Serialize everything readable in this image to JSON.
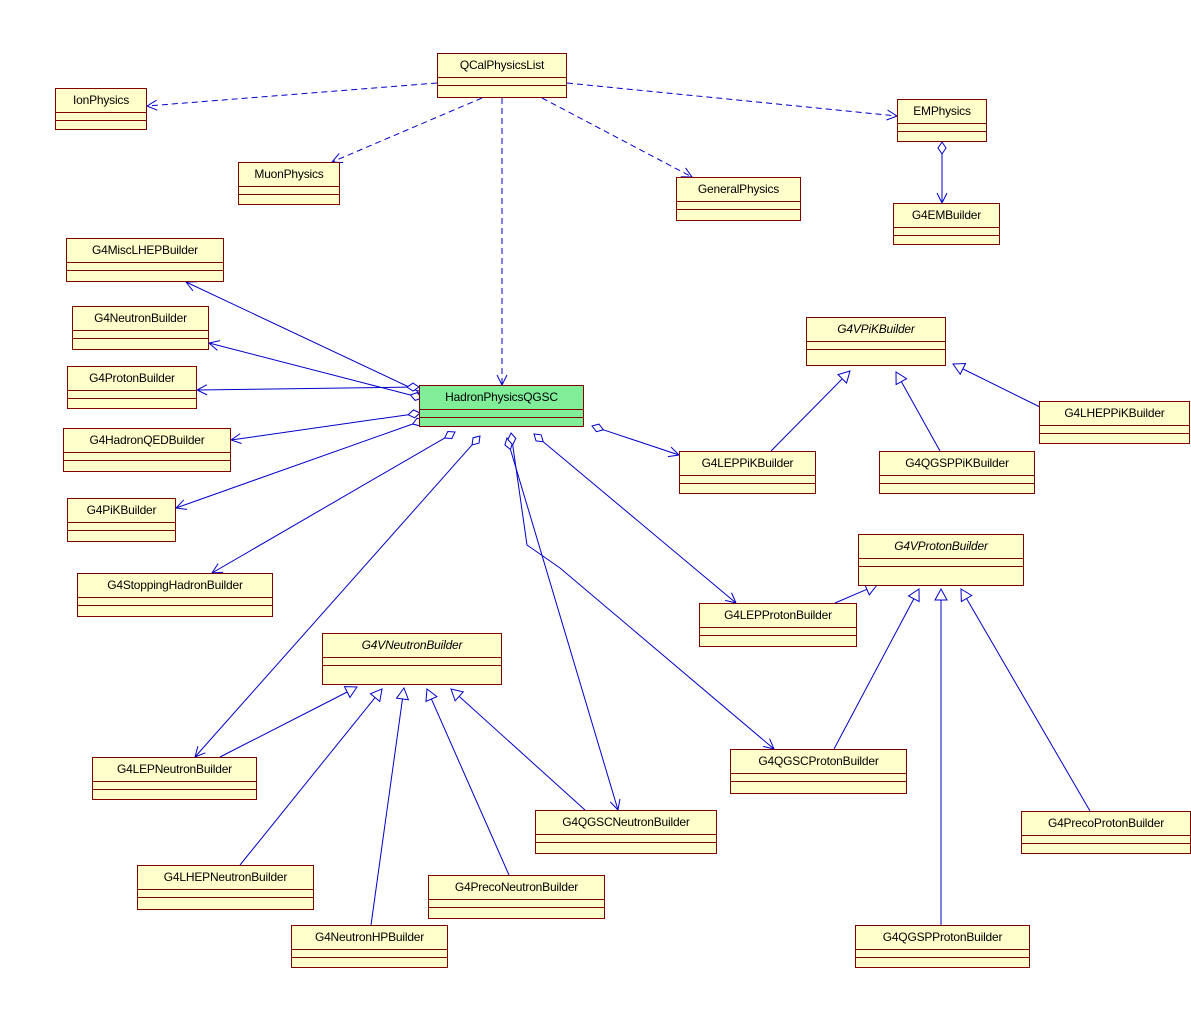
{
  "diagram": {
    "classes": [
      {
        "id": "qcal",
        "name": "QCalPhysicsList",
        "abstract": false,
        "highlight": false
      },
      {
        "id": "ion",
        "name": "IonPhysics",
        "abstract": false,
        "highlight": false
      },
      {
        "id": "em",
        "name": "EMPhysics",
        "abstract": false,
        "highlight": false
      },
      {
        "id": "muon",
        "name": "MuonPhysics",
        "abstract": false,
        "highlight": false
      },
      {
        "id": "general",
        "name": "GeneralPhysics",
        "abstract": false,
        "highlight": false
      },
      {
        "id": "g4em",
        "name": "G4EMBuilder",
        "abstract": false,
        "highlight": false
      },
      {
        "id": "misc",
        "name": "G4MiscLHEPBuilder",
        "abstract": false,
        "highlight": false
      },
      {
        "id": "neutron",
        "name": "G4NeutronBuilder",
        "abstract": false,
        "highlight": false
      },
      {
        "id": "proton",
        "name": "G4ProtonBuilder",
        "abstract": false,
        "highlight": false
      },
      {
        "id": "hqed",
        "name": "G4HadronQEDBuilder",
        "abstract": false,
        "highlight": false
      },
      {
        "id": "pik",
        "name": "G4PiKBuilder",
        "abstract": false,
        "highlight": false
      },
      {
        "id": "stop",
        "name": "G4StoppingHadronBuilder",
        "abstract": false,
        "highlight": false
      },
      {
        "id": "hadron",
        "name": "HadronPhysicsQGSC",
        "abstract": false,
        "highlight": true
      },
      {
        "id": "vpik",
        "name": "G4VPiKBuilder",
        "abstract": true,
        "highlight": false
      },
      {
        "id": "leppik",
        "name": "G4LEPPiKBuilder",
        "abstract": false,
        "highlight": false
      },
      {
        "id": "qgsppik",
        "name": "G4QGSPPiKBuilder",
        "abstract": false,
        "highlight": false
      },
      {
        "id": "lheppik",
        "name": "G4LHEPPiKBuilder",
        "abstract": false,
        "highlight": false
      },
      {
        "id": "vproton",
        "name": "G4VProtonBuilder",
        "abstract": true,
        "highlight": false
      },
      {
        "id": "lepproton",
        "name": "G4LEPProtonBuilder",
        "abstract": false,
        "highlight": false
      },
      {
        "id": "vneutron",
        "name": "G4VNeutronBuilder",
        "abstract": true,
        "highlight": false
      },
      {
        "id": "lepneutron",
        "name": "G4LEPNeutronBuilder",
        "abstract": false,
        "highlight": false
      },
      {
        "id": "qgscproton",
        "name": "G4QGSCProtonBuilder",
        "abstract": false,
        "highlight": false
      },
      {
        "id": "qgscneutron",
        "name": "G4QGSCNeutronBuilder",
        "abstract": false,
        "highlight": false
      },
      {
        "id": "precoproton",
        "name": "G4PrecoProtonBuilder",
        "abstract": false,
        "highlight": false
      },
      {
        "id": "lhepneutron",
        "name": "G4LHEPNeutronBuilder",
        "abstract": false,
        "highlight": false
      },
      {
        "id": "preconeutron",
        "name": "G4PrecoNeutronBuilder",
        "abstract": false,
        "highlight": false
      },
      {
        "id": "neutronhp",
        "name": "G4NeutronHPBuilder",
        "abstract": false,
        "highlight": false
      },
      {
        "id": "qgspproton",
        "name": "G4QGSPProtonBuilder",
        "abstract": false,
        "highlight": false
      }
    ],
    "relations": [
      {
        "from": "qcal",
        "to": "ion",
        "type": "dependency"
      },
      {
        "from": "qcal",
        "to": "em",
        "type": "dependency"
      },
      {
        "from": "qcal",
        "to": "muon",
        "type": "dependency"
      },
      {
        "from": "qcal",
        "to": "general",
        "type": "dependency"
      },
      {
        "from": "qcal",
        "to": "hadron",
        "type": "dependency"
      },
      {
        "from": "em",
        "to": "g4em",
        "type": "aggregation"
      },
      {
        "from": "hadron",
        "to": "misc",
        "type": "aggregation"
      },
      {
        "from": "hadron",
        "to": "neutron",
        "type": "aggregation"
      },
      {
        "from": "hadron",
        "to": "proton",
        "type": "aggregation"
      },
      {
        "from": "hadron",
        "to": "hqed",
        "type": "aggregation"
      },
      {
        "from": "hadron",
        "to": "pik",
        "type": "aggregation"
      },
      {
        "from": "hadron",
        "to": "stop",
        "type": "aggregation"
      },
      {
        "from": "hadron",
        "to": "leppik",
        "type": "aggregation"
      },
      {
        "from": "hadron",
        "to": "lepproton",
        "type": "aggregation"
      },
      {
        "from": "hadron",
        "to": "lepneutron",
        "type": "aggregation"
      },
      {
        "from": "hadron",
        "to": "qgscneutron",
        "type": "aggregation"
      },
      {
        "from": "hadron",
        "to": "qgscproton",
        "type": "aggregation"
      },
      {
        "from": "leppik",
        "to": "vpik",
        "type": "generalization"
      },
      {
        "from": "qgsppik",
        "to": "vpik",
        "type": "generalization"
      },
      {
        "from": "lheppik",
        "to": "vpik",
        "type": "generalization"
      },
      {
        "from": "lepproton",
        "to": "vproton",
        "type": "generalization"
      },
      {
        "from": "qgscproton",
        "to": "vproton",
        "type": "generalization"
      },
      {
        "from": "qgspproton",
        "to": "vproton",
        "type": "generalization"
      },
      {
        "from": "precoproton",
        "to": "vproton",
        "type": "generalization"
      },
      {
        "from": "lepneutron",
        "to": "vneutron",
        "type": "generalization"
      },
      {
        "from": "lhepneutron",
        "to": "vneutron",
        "type": "generalization"
      },
      {
        "from": "neutronhp",
        "to": "vneutron",
        "type": "generalization"
      },
      {
        "from": "preconeutron",
        "to": "vneutron",
        "type": "generalization"
      },
      {
        "from": "qgscneutron",
        "to": "vneutron",
        "type": "generalization"
      }
    ],
    "colors": {
      "class_fill": "#ffffcc",
      "highlight_fill": "#80ee99",
      "class_border": "#800000",
      "edge": "#0000cc"
    }
  }
}
